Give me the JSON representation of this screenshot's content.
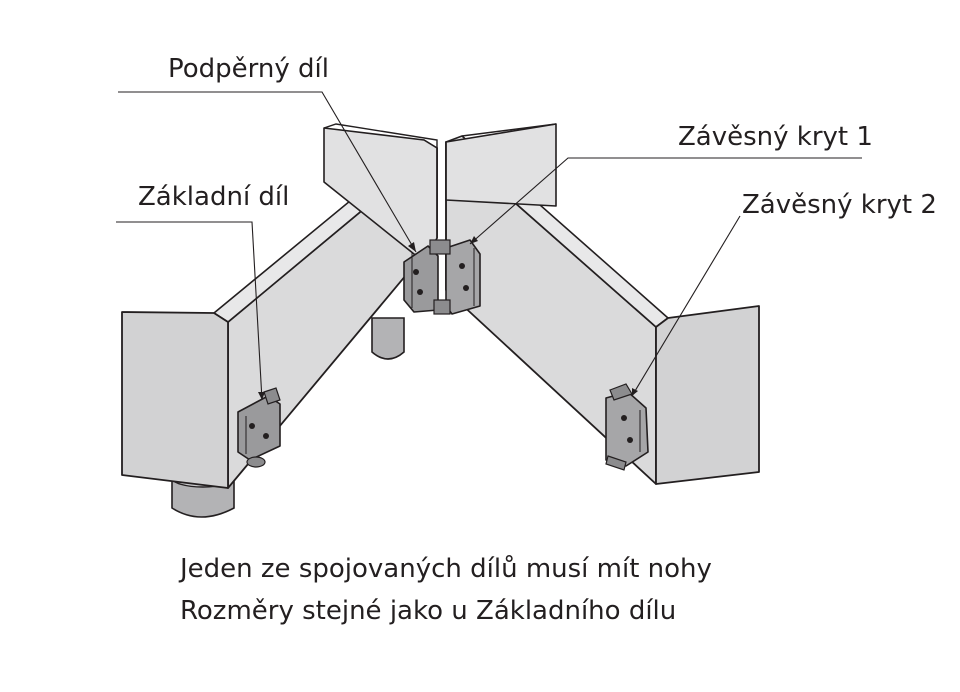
{
  "labels": {
    "support_part": "Podpěrný díl",
    "hinge_cover_1": "Závěsný kryt 1",
    "base_part": "Základní díl",
    "hinge_cover_2": "Závěsný kryt 2"
  },
  "notes": {
    "line1": "Jeden ze spojovaných dílů musí mít nohy",
    "line2": "Rozměry stejné jako u Základního dílu"
  },
  "colors": {
    "panel_face": "#dadadb",
    "panel_top": "#e8e8e9",
    "outline": "#231f20",
    "hardware": "#9a9a9c",
    "leg": "#b3b3b5",
    "leader": "#231f20"
  }
}
